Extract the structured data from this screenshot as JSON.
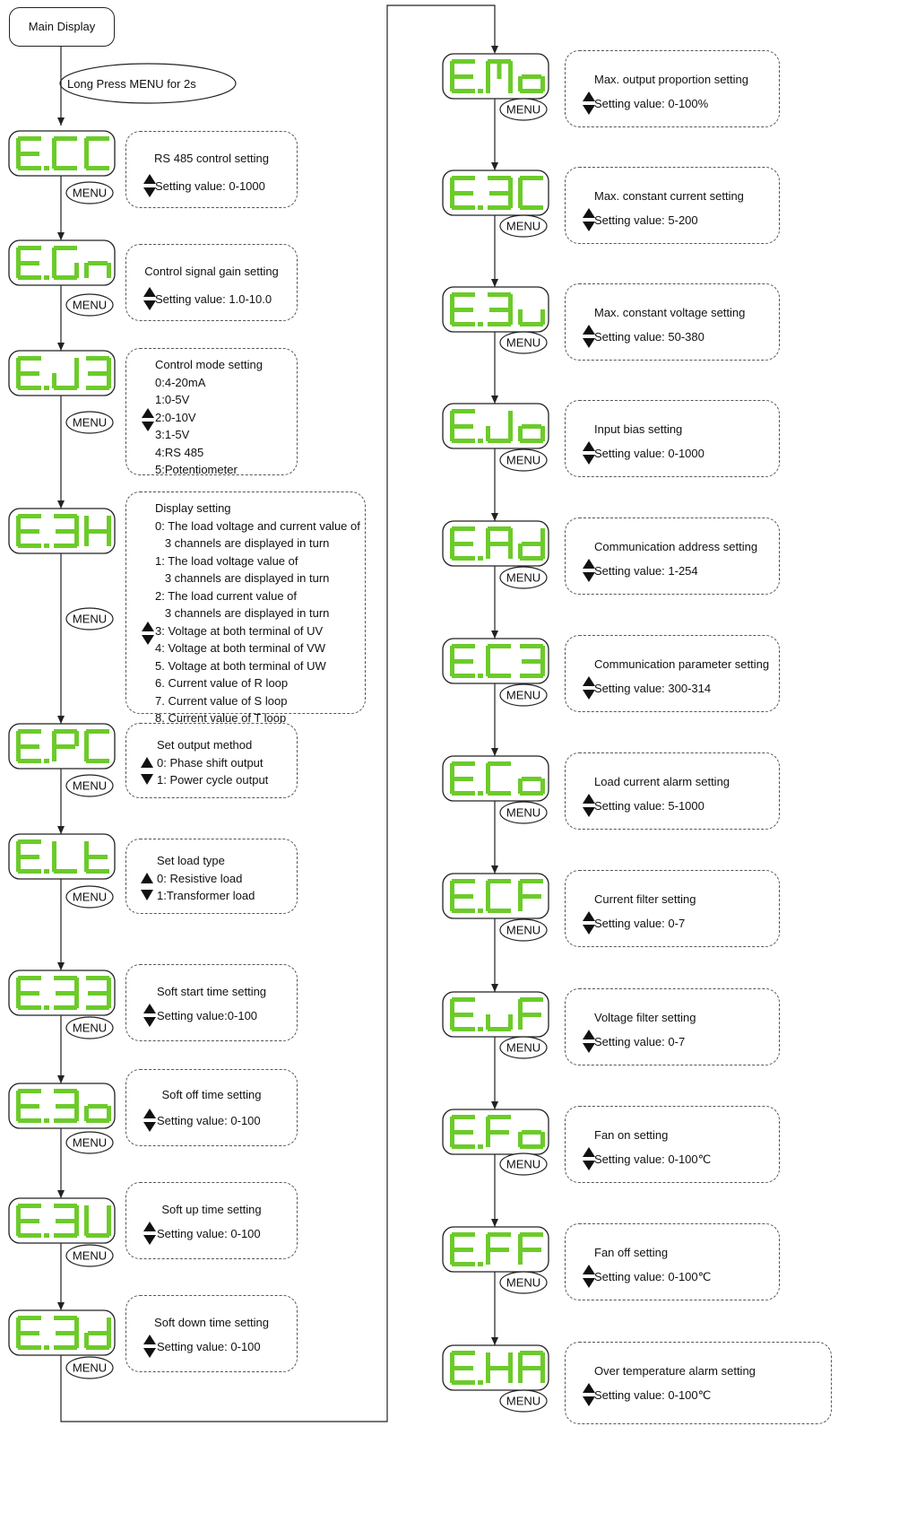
{
  "main_display": "Main Display",
  "long_press": "Long Press MENU for 2s",
  "menu_label": "MENU",
  "lcd_color": "#6ccb2a",
  "left_column": [
    {
      "code": "E.CC",
      "title": "RS 485 control setting",
      "value": "Setting value: 0-1000"
    },
    {
      "code": "E.Gn",
      "title": "Control signal gain setting",
      "value": "Setting value: 1.0-10.0"
    },
    {
      "code": "E.J3",
      "title": "Control mode setting",
      "lines": [
        "0:4-20mA",
        "1:0-5V",
        "2:0-10V",
        "3:1-5V",
        "4:RS 485",
        "5:Potentiometer"
      ]
    },
    {
      "code": "E.3H",
      "title": "Display setting",
      "lines": [
        "0: The load voltage and current value of",
        "   3 channels are displayed in turn",
        "1: The load voltage value of",
        "   3 channels are displayed in turn",
        "2: The load current value of",
        "   3 channels are displayed in turn",
        "3: Voltage at both terminal of UV",
        "4: Voltage at both terminal of VW",
        "5. Voltage at both terminal of UW",
        "6. Current value of R loop",
        "7. Current value of S loop",
        "8. Current value of T loop"
      ]
    },
    {
      "code": "E.PC",
      "title": "Set output method",
      "lines": [
        "0: Phase shift output",
        "1: Power cycle output"
      ]
    },
    {
      "code": "E.Lt",
      "title": "Set load type",
      "lines": [
        "0: Resistive load",
        "1:Transformer load"
      ]
    },
    {
      "code": "E.33",
      "title": "Soft start time setting",
      "value": "Setting value:0-100"
    },
    {
      "code": "E.3o",
      "title": "Soft off time setting",
      "value": "Setting value: 0-100"
    },
    {
      "code": "E.3U",
      "title": "Soft up time setting",
      "value": "Setting value: 0-100"
    },
    {
      "code": "E.3d",
      "title": "Soft down time setting",
      "value": "Setting value: 0-100"
    }
  ],
  "right_column": [
    {
      "code": "E.Mo",
      "title": "Max. output proportion setting",
      "value": "Setting value: 0-100%"
    },
    {
      "code": "E.3C",
      "title": "Max. constant current setting",
      "value": "Setting value: 5-200"
    },
    {
      "code": "E.3u",
      "title": "Max. constant voltage setting",
      "value": "Setting value: 50-380"
    },
    {
      "code": "E.Jo",
      "title": "Input bias setting",
      "value": "Setting value: 0-1000"
    },
    {
      "code": "E.Ad",
      "title": "Communication address setting",
      "value": "Setting value: 1-254"
    },
    {
      "code": "E.C3",
      "title": "Communication parameter setting",
      "value": "Setting value: 300-314"
    },
    {
      "code": "E.Co",
      "title": "Load current alarm setting",
      "value": "Setting value: 5-1000"
    },
    {
      "code": "E.CF",
      "title": "Current filter setting",
      "value": "Setting value: 0-7"
    },
    {
      "code": "E.uF",
      "title": "Voltage filter setting",
      "value": "Setting value: 0-7"
    },
    {
      "code": "E.Fo",
      "title": "Fan on setting",
      "value": "Setting value: 0-100℃"
    },
    {
      "code": "E.FF",
      "title": "Fan off setting",
      "value": "Setting value: 0-100℃"
    },
    {
      "code": "E.HA",
      "title": "Over temperature alarm setting",
      "value": "Setting value: 0-100℃"
    }
  ]
}
